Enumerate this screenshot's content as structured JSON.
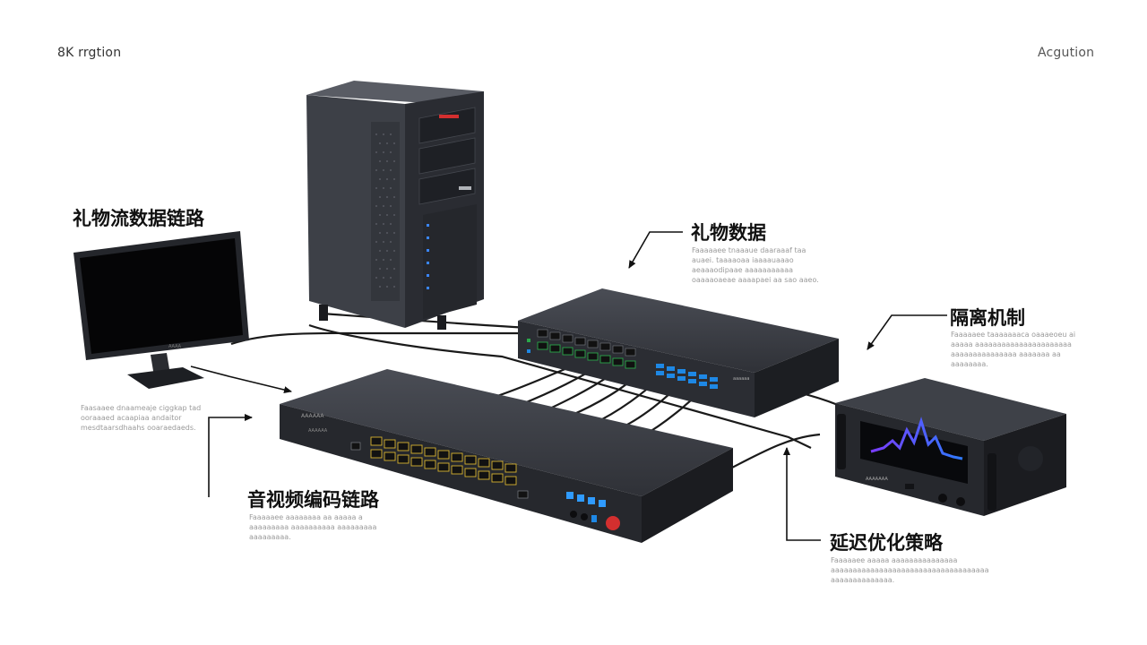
{
  "header": {
    "left_label": "8K rrgtion",
    "right_label": "Acgution"
  },
  "callouts": {
    "gift_stream_link": {
      "title": "礼物流数据链路",
      "blurb": "Faasaaee dnaameaje ciggkap tad ooraaaed acaapiaa andaitor mesdtaarsdhaahs ooaraedaeds."
    },
    "gift_data": {
      "title": "礼物数据",
      "blurb": "Faaaaaee tnaaaue daaraaaf taa auaei. taaaaoaa iaaaauaaao aeaaaodipaae aaaaaaaaaaa oaaaaoaeae aaaapaei aa sao aaeo."
    },
    "isolation": {
      "title": "隔离机制",
      "blurb": "Faaaaaee taaaaaaaca oaaaeoeu ai aaaaa aaaaaaaaaaaaaaaaaaaaaa aaaaaaaaaaaaaaa aaaaaaa aa aaaaaaaa."
    },
    "av_encoding_link": {
      "title": "音视频编码链路",
      "blurb": "Faaaaaee aaaaaaaa aa aaaaa a aaaaaaaaa aaaaaaaaaa aaaaaaaaa aaaaaaaaa."
    },
    "latency_optimization": {
      "title": "延迟优化策略",
      "blurb": "Faaaaaee aaaaa aaaaaaaaaaaaaaa aaaaaaaaaaaaaaaaaaaaaaaaaaaaaaaaaaaa aaaaaaaaaaaaaa."
    }
  },
  "device_labels": {
    "switch_top_brand": "aaaaaa",
    "switch_front_brand": "AAAAAA",
    "switch_front_model": "AAAAAA",
    "monitor_brand": "AAAA",
    "rack_unit_brand": "AAAAAAA"
  },
  "colors": {
    "device_body": "#2c2e34",
    "port_green": "#2aa84a",
    "port_blue": "#1e88e5",
    "port_yellow": "#d8b431",
    "indicator_red": "#d32f2f",
    "waveform_purple": "#7a3cff",
    "waveform_blue": "#2f7bff"
  }
}
